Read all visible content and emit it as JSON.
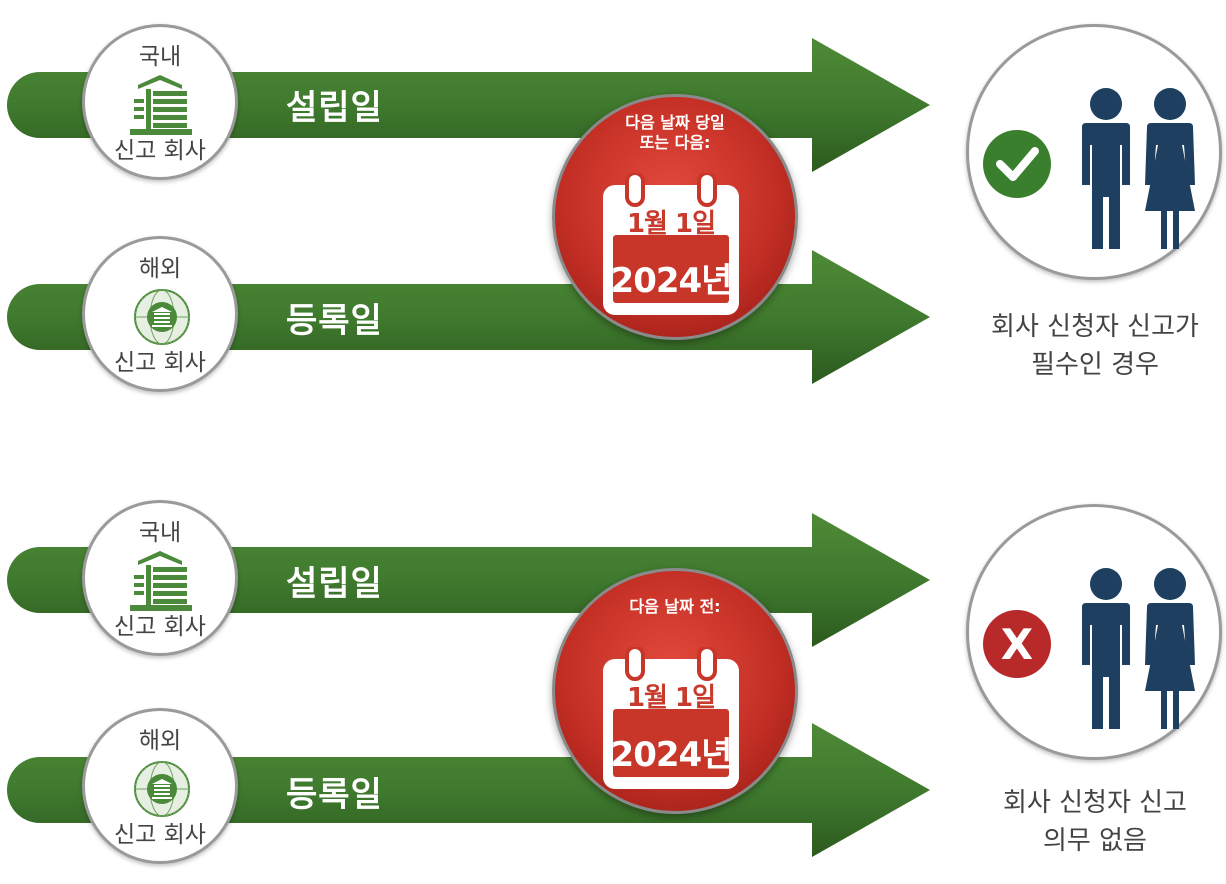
{
  "colors": {
    "arrow_green": "#3f7a2e",
    "arrow_dark": "#2c5a1e",
    "building_green": "#4b8a3a",
    "badge_red": "#c42f25",
    "person_navy": "#1e3f5f",
    "check_green": "#3a7f2e",
    "cross_red": "#b82a2a"
  },
  "sections": [
    {
      "domestic": {
        "top": "국내",
        "bottom": "신고 회사",
        "icon": "building-icon",
        "arrow_label": "설립일"
      },
      "foreign": {
        "top": "해외",
        "bottom": "신고 회사",
        "icon": "globe-building-icon",
        "arrow_label": "등록일"
      },
      "badge": {
        "caption_line1": "다음 날짜 당일",
        "caption_line2": "또는 다음:",
        "month_day": "1월 1일",
        "year": "2024년",
        "icon": "calendar-icon"
      },
      "outcome": {
        "status_icon": "check-icon",
        "line1": "회사 신청자 신고가",
        "line2": "필수인 경우"
      }
    },
    {
      "domestic": {
        "top": "국내",
        "bottom": "신고 회사",
        "icon": "building-icon",
        "arrow_label": "설립일"
      },
      "foreign": {
        "top": "해외",
        "bottom": "신고 회사",
        "icon": "globe-building-icon",
        "arrow_label": "등록일"
      },
      "badge": {
        "caption_line1": "다음 날짜 전:",
        "caption_line2": "",
        "month_day": "1월 1일",
        "year": "2024년",
        "icon": "calendar-icon"
      },
      "outcome": {
        "status_icon": "x-icon",
        "status_glyph": "X",
        "line1": "회사 신청자 신고",
        "line2": "의무 없음"
      }
    }
  ]
}
